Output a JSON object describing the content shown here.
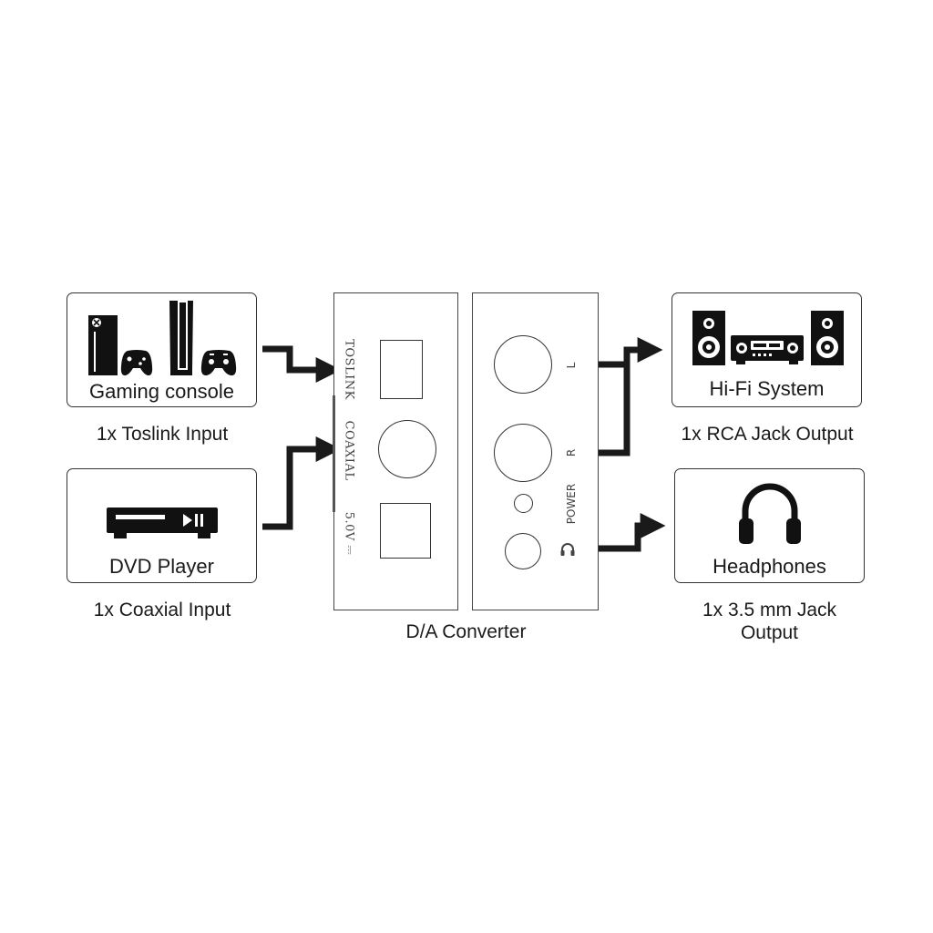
{
  "sources": {
    "gaming": {
      "label": "Gaming console",
      "caption": "1x Toslink Input"
    },
    "dvd": {
      "label": "DVD Player",
      "caption": "1x Coaxial Input"
    }
  },
  "converter": {
    "caption": "D/A Converter",
    "input_ports": {
      "toslink": "TOSLINK",
      "coaxial": "COAXIAL",
      "power_in": "5.0V ⎓"
    },
    "output_ports": {
      "left": "L",
      "right": "R",
      "power": "POWER"
    }
  },
  "outputs": {
    "hifi": {
      "label": "Hi-Fi System",
      "caption": "1x RCA Jack Output"
    },
    "headphones": {
      "label": "Headphones",
      "caption_line1": "1x 3.5 mm Jack",
      "caption_line2": "Output"
    }
  },
  "icons": [
    "xbox-console-icon",
    "gamepad-icon",
    "ps5-console-icon",
    "dvd-player-icon",
    "speaker-icon",
    "amplifier-icon",
    "headphones-icon",
    "headphone-jack-icon"
  ],
  "colors": {
    "line": "#1a1a1a",
    "border": "#333333"
  }
}
